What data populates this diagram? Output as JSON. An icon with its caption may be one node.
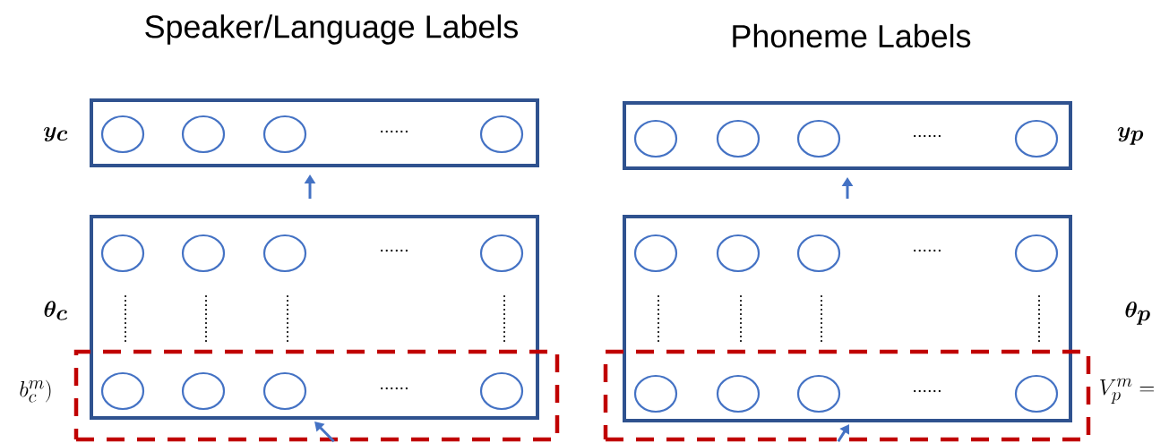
{
  "diagram": {
    "nodes": [
      {
        "text": [],
        "shape": "box",
        "beside": [
          "Speaker/Language Labels"
        ]
      },
      {
        "text": [],
        "shape": "box",
        "beside": [
          "Phoneme Labels"
        ]
      },
      {
        "text": [],
        "shape": "box"
      },
      {
        "text": [],
        "shape": "box"
      },
      {
        "text": [],
        "shape": "box",
        "beside": [
          "b_c^m)"
        ]
      },
      {
        "text": [],
        "shape": "box",
        "beside": [
          "V_p^m ="
        ]
      }
    ],
    "edges": [
      {
        "from": 2,
        "to": 0,
        "arrow": "to"
      },
      {
        "from": 3,
        "to": 1,
        "arrow": "to"
      },
      {
        "from": 4,
        "to": 2,
        "arrow": "to"
      },
      {
        "from": 5,
        "to": 3,
        "arrow": "to"
      }
    ],
    "labels": [
      "\\boldsymbol{y_c}",
      "......",
      "......",
      "\\boldsymbol{y_p}",
      "......",
      "......",
      "\\boldsymbol{\\theta_c}",
      "\\boldsymbol{\\theta_p}",
      "......",
      "......"
    ]
  }
}
